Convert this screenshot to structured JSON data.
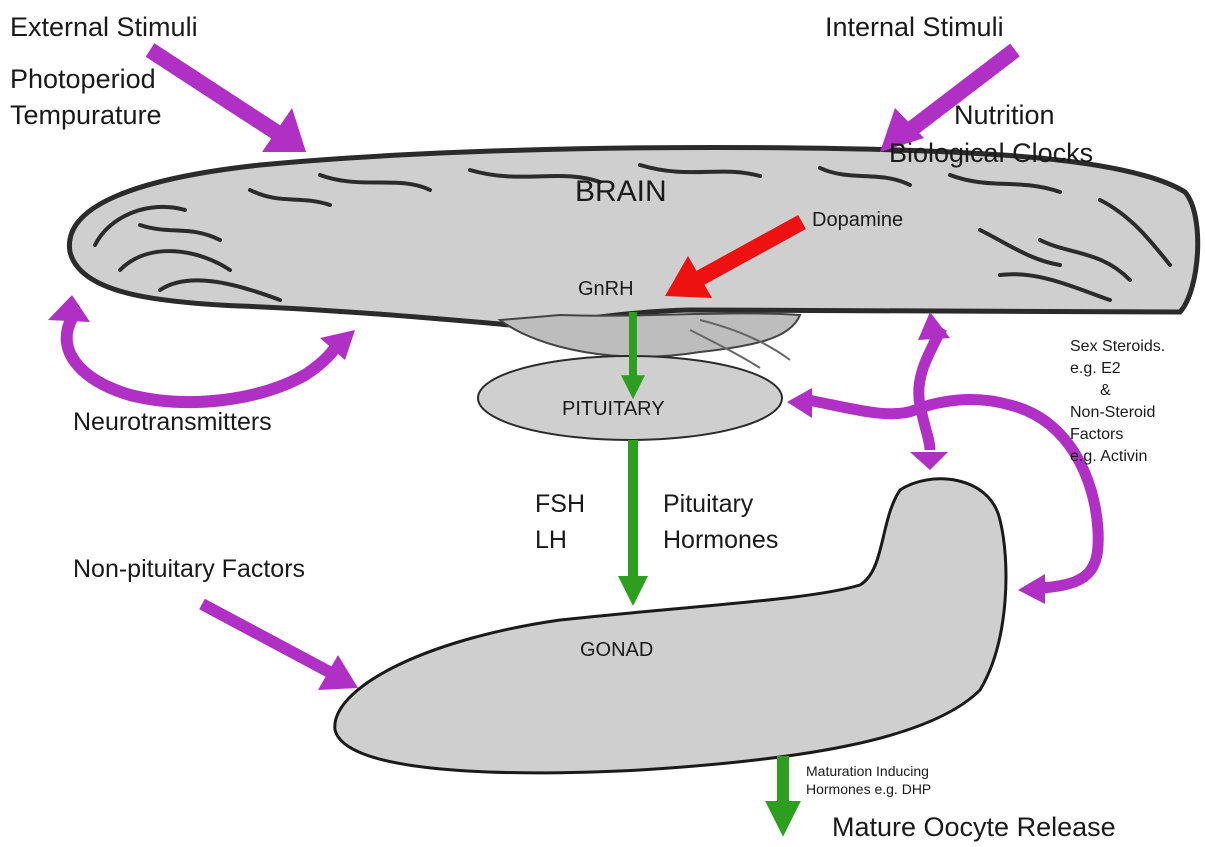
{
  "colors": {
    "feedback_arrow": "#b02fc4",
    "hormone_arrow": "#2d9e1f",
    "dopamine_arrow": "#ee1111",
    "organ_fill": "#cfcfcf",
    "brain_outline": "#2b2b2b"
  },
  "external": {
    "title": "External Stimuli",
    "line1": "Photoperiod",
    "line2": "Tempurature"
  },
  "internal": {
    "title": "Internal Stimuli",
    "line1": "Nutrition",
    "line2": "Biological Clocks"
  },
  "brain": {
    "label": "BRAIN",
    "dopamine": "Dopamine",
    "gnrh": "GnRH"
  },
  "neurotransmitters": "Neurotransmitters",
  "pituitary": {
    "label": "PITUITARY"
  },
  "hormones": {
    "fsh": "FSH",
    "lh": "LH",
    "line1": "Pituitary",
    "line2": "Hormones"
  },
  "non_pituitary": "Non-pituitary Factors",
  "gonad": {
    "label": "GONAD"
  },
  "feedback": {
    "line1": "Sex Steroids.",
    "line2": "e.g. E2",
    "line3": "&",
    "line4": "Non-Steroid",
    "line5": "Factors",
    "line6": "e.g. Activin"
  },
  "maturation": {
    "line1": "Maturation Inducing",
    "line2": "Hormones e.g. DHP"
  },
  "release": "Mature Oocyte Release"
}
